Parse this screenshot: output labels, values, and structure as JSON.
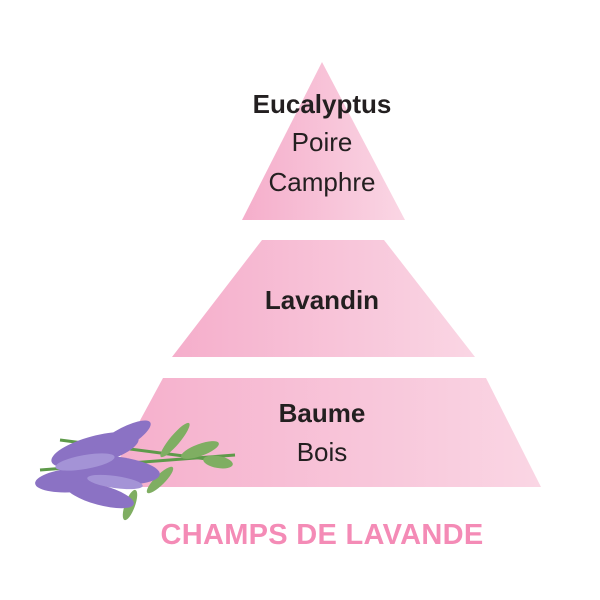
{
  "tiers": {
    "top": {
      "heading": "Eucalyptus",
      "notes": [
        "Poire",
        "Camphre"
      ]
    },
    "middle": {
      "heading": "Lavandin",
      "notes": []
    },
    "base": {
      "heading": "Baume",
      "notes": [
        "Bois"
      ]
    }
  },
  "title": "CHAMPS DE LAVANDE",
  "colors": {
    "pyramid_left": "#f5aecb",
    "pyramid_right": "#fad3e2",
    "title": "#f48bb6",
    "text": "#231f20"
  }
}
